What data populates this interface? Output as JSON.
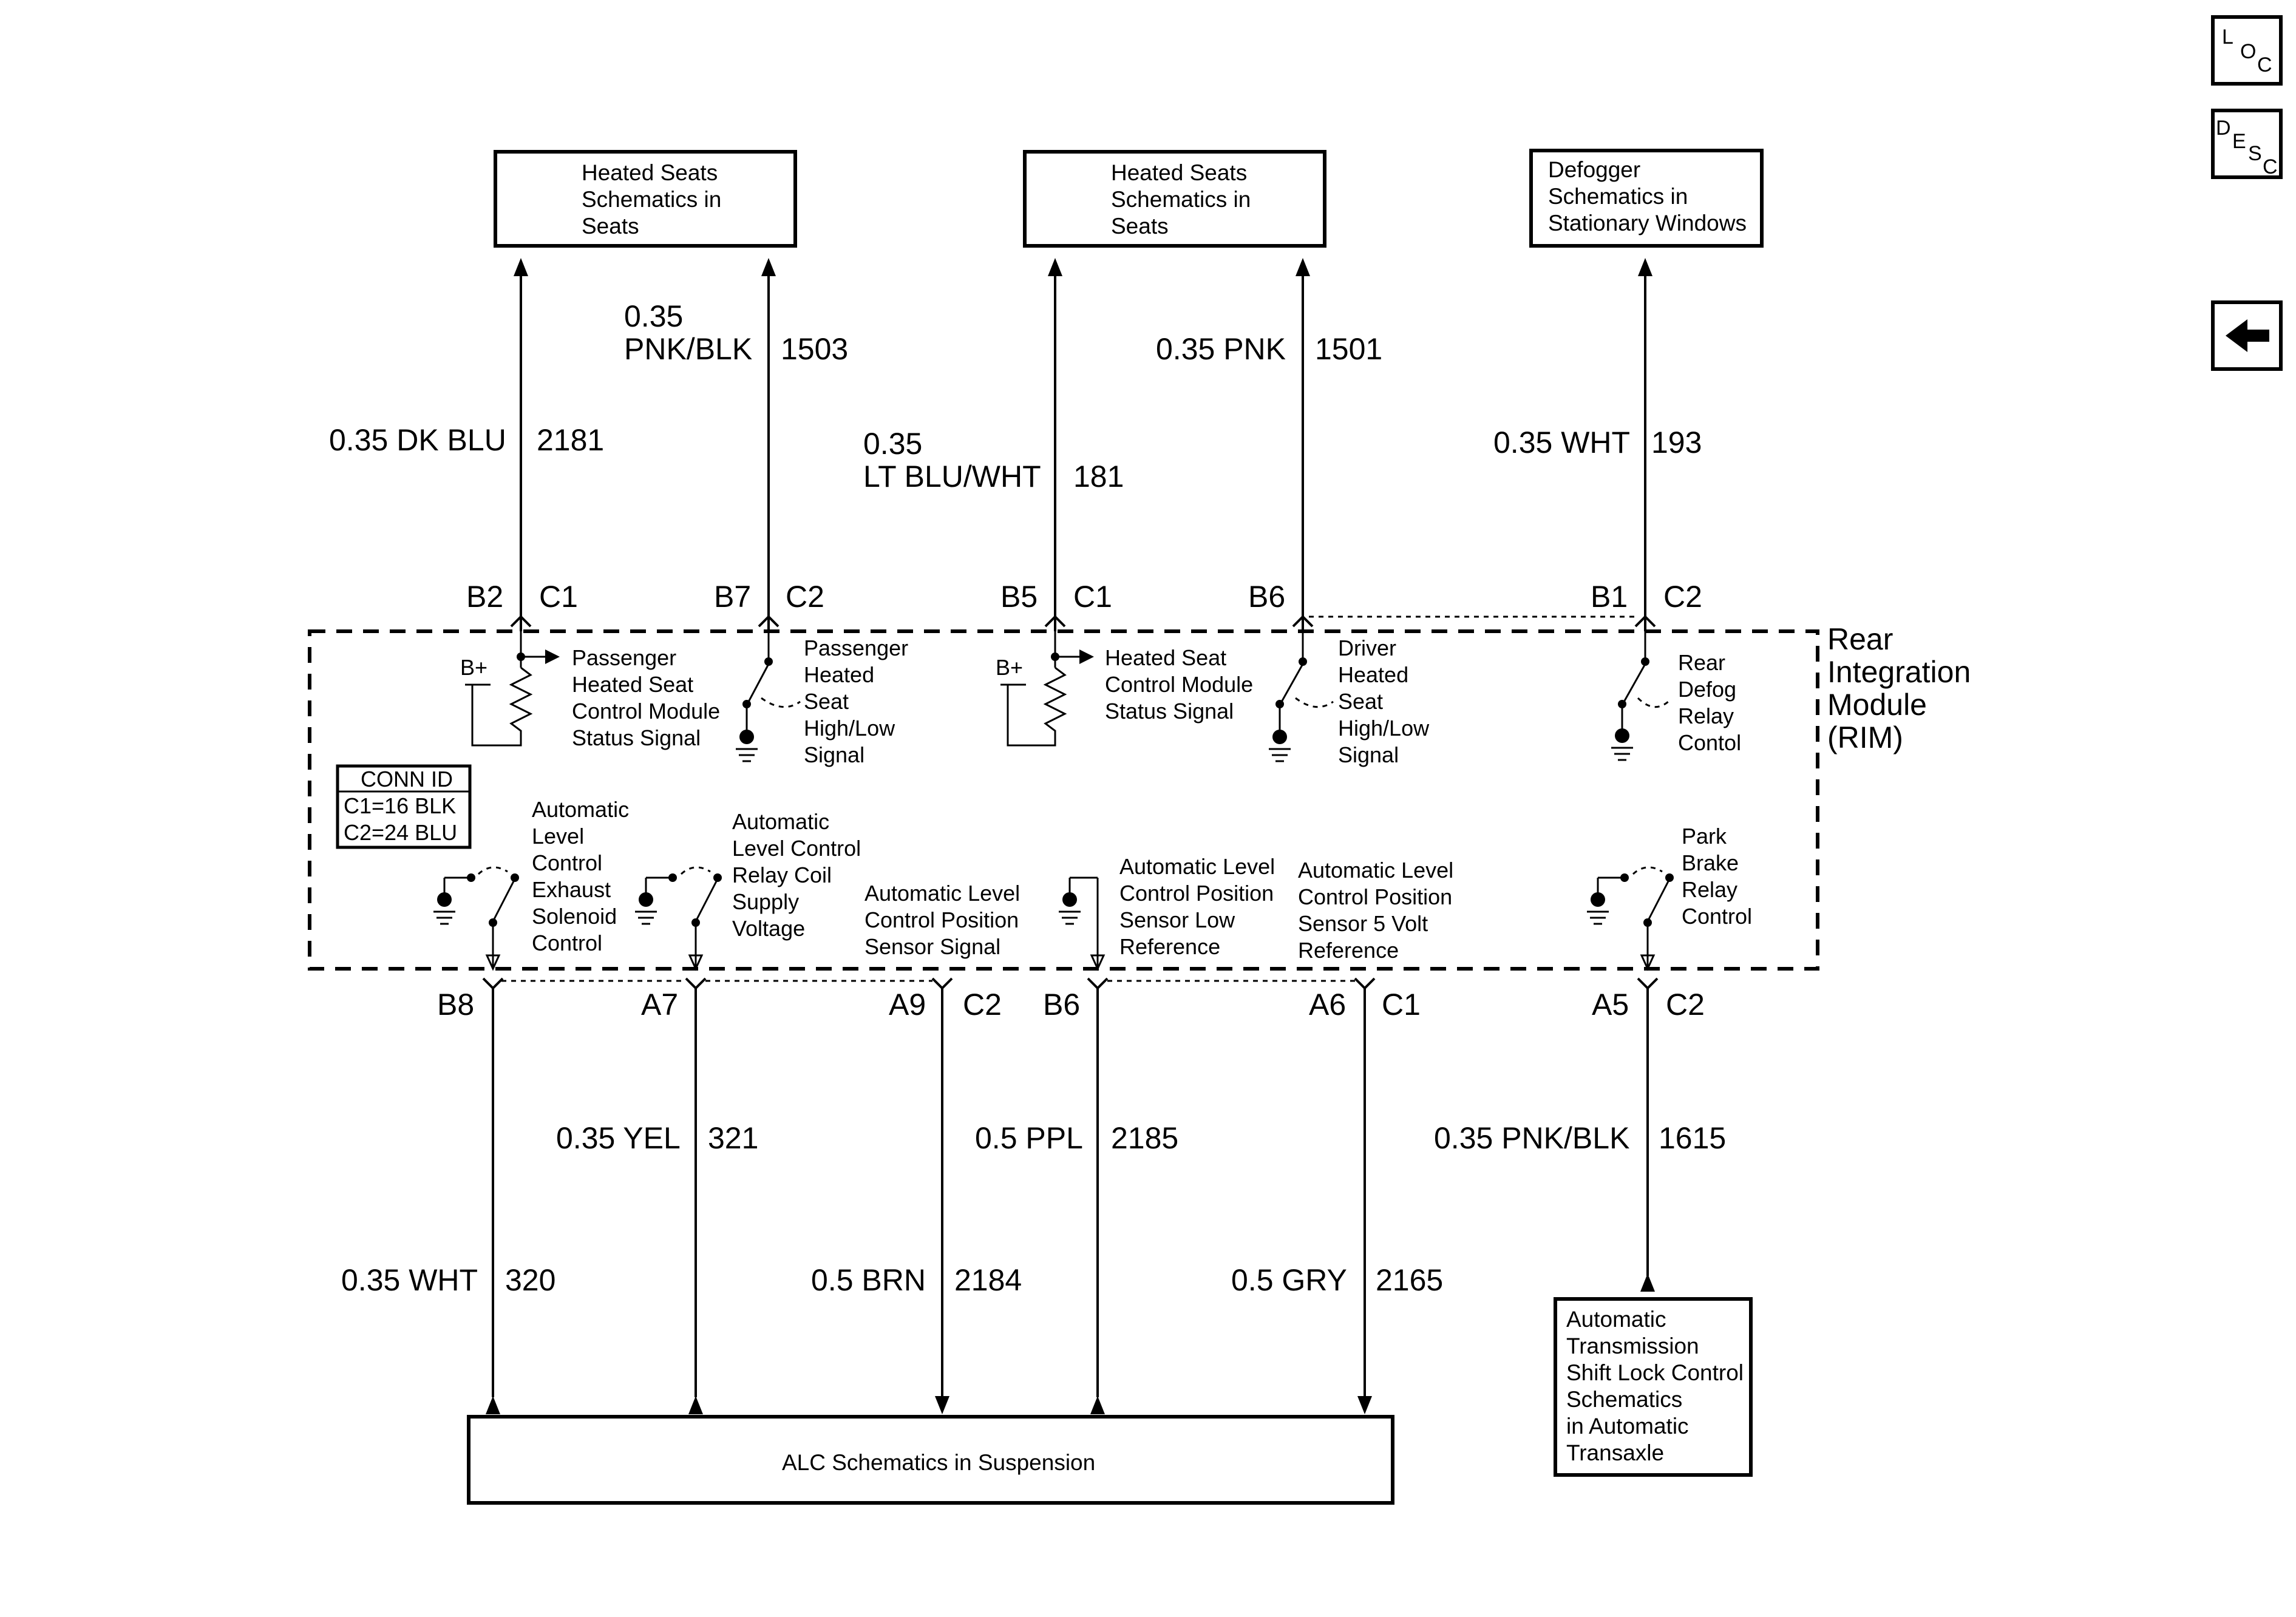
{
  "nav": {
    "loc": {
      "letters": [
        "L",
        "O",
        "C"
      ]
    },
    "desc": {
      "letters": [
        "D",
        "E",
        "S",
        "C"
      ]
    }
  },
  "top_boxes": [
    {
      "lines": [
        "Heated Seats",
        "Schematics in",
        "Seats"
      ]
    },
    {
      "lines": [
        "Heated Seats",
        "Schematics in",
        "Seats"
      ]
    },
    {
      "lines": [
        "Defogger",
        "Schematics in",
        "Stationary Windows"
      ]
    }
  ],
  "top_wires": [
    {
      "size_color": [
        "0.35 DK BLU"
      ],
      "circuit": "2181",
      "pin": "B2",
      "conn": "C1"
    },
    {
      "size_color": [
        "0.35",
        "PNK/BLK"
      ],
      "circuit": "1503",
      "pin": "B7",
      "conn": "C2"
    },
    {
      "size_color": [
        "0.35",
        "LT BLU/WHT"
      ],
      "circuit": "181",
      "pin": "B5",
      "conn": "C1"
    },
    {
      "size_color": [
        "0.35 PNK"
      ],
      "circuit": "1501",
      "pin": "B6",
      "conn": ""
    },
    {
      "size_color": [
        "0.35 WHT"
      ],
      "circuit": "193",
      "pin": "B1",
      "conn": "C2"
    }
  ],
  "module": {
    "lines": [
      "Rear",
      "Integration",
      "Module",
      "(RIM)"
    ]
  },
  "conn_id": {
    "title": "CONN ID",
    "rows": [
      "C1=16 BLK",
      "C2=24 BLU"
    ]
  },
  "bplus": "B+",
  "internal_top": [
    {
      "lines": [
        "Passenger",
        "Heated Seat",
        "Control Module",
        "Status Signal"
      ]
    },
    {
      "lines": [
        "Passenger",
        "Heated",
        "Seat",
        "High/Low",
        "Signal"
      ]
    },
    {
      "lines": [
        "Heated Seat",
        "Control Module",
        "Status Signal"
      ]
    },
    {
      "lines": [
        "Driver",
        "Heated",
        "Seat",
        "High/Low",
        "Signal"
      ]
    },
    {
      "lines": [
        "Rear",
        "Defog",
        "Relay",
        "Contol"
      ]
    }
  ],
  "internal_bottom": [
    {
      "lines": [
        "Automatic",
        "Level",
        "Control",
        "Exhaust",
        "Solenoid",
        "Control"
      ]
    },
    {
      "lines": [
        "Automatic",
        "Level Control",
        "Relay Coil",
        "Supply",
        "Voltage"
      ]
    },
    {
      "lines": [
        "Automatic Level",
        "Control Position",
        "Sensor Signal"
      ]
    },
    {
      "lines": [
        "Automatic Level",
        "Control Position",
        "Sensor Low",
        "Reference"
      ]
    },
    {
      "lines": [
        "Automatic Level",
        "Control Position",
        "Sensor 5 Volt",
        "Reference"
      ]
    },
    {
      "lines": [
        "Park",
        "Brake",
        "Relay",
        "Control"
      ]
    }
  ],
  "bottom_pins": [
    {
      "pin": "B8",
      "conn": ""
    },
    {
      "pin": "A7",
      "conn": ""
    },
    {
      "pin": "A9",
      "conn": "C2"
    },
    {
      "pin": "B6",
      "conn": ""
    },
    {
      "pin": "A6",
      "conn": "C1"
    },
    {
      "pin": "A5",
      "conn": "C2"
    }
  ],
  "bottom_wires": [
    {
      "size_color": "0.35 WHT",
      "circuit": "320"
    },
    {
      "size_color": "0.35 YEL",
      "circuit": "321"
    },
    {
      "size_color": "0.5 BRN",
      "circuit": "2184"
    },
    {
      "size_color": "0.5 PPL",
      "circuit": "2185"
    },
    {
      "size_color": "0.5 GRY",
      "circuit": "2165"
    },
    {
      "size_color": "0.35 PNK/BLK",
      "circuit": "1615"
    }
  ],
  "alc_box": {
    "text": "ALC Schematics in Suspension"
  },
  "trans_box": {
    "lines": [
      "Automatic",
      "Transmission",
      "Shift Lock Control",
      "Schematics",
      "in Automatic",
      "Transaxle"
    ]
  }
}
